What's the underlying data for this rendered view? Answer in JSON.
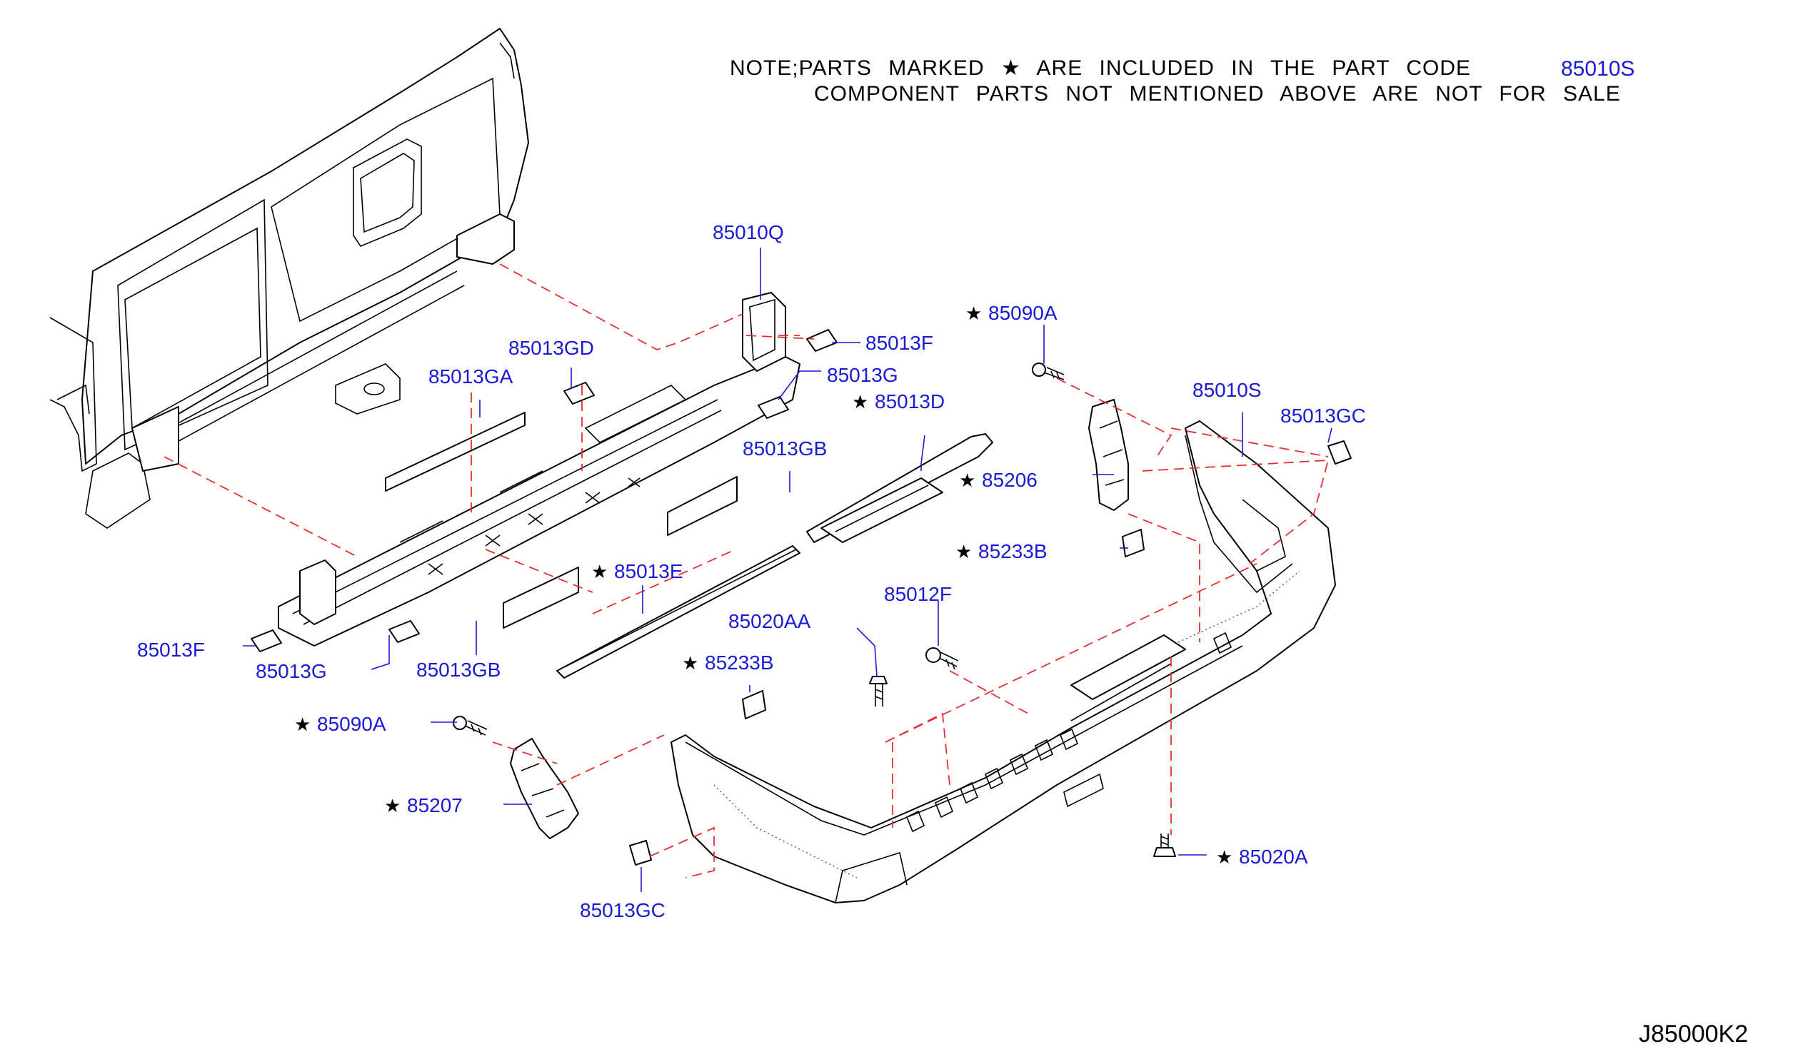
{
  "header": {
    "note_line1": "NOTE;PARTS MARKED ★ ARE INCLUDED IN THE PART CODE",
    "note_line2": "COMPONENT PARTS NOT MENTIONED ABOVE ARE NOT FOR SALE",
    "part_code": "85010S"
  },
  "diagram_code": "J85000K2",
  "callouts": {
    "c85010Q": {
      "text": "85010Q",
      "star": false
    },
    "c85013F_top": {
      "text": "85013F",
      "star": false
    },
    "c85013G_top": {
      "text": "85013G",
      "star": false
    },
    "c85013GD": {
      "text": "85013GD",
      "star": false
    },
    "c85013GA": {
      "text": "85013GA",
      "star": false
    },
    "c85013D": {
      "text": "85013D",
      "star": true
    },
    "c85013GB_top": {
      "text": "85013GB",
      "star": false
    },
    "c85090A_top": {
      "text": "85090A",
      "star": true
    },
    "c85010S": {
      "text": "85010S",
      "star": false
    },
    "c85013GC_top": {
      "text": "85013GC",
      "star": false
    },
    "c85206": {
      "text": "85206",
      "star": true
    },
    "c85233B_right": {
      "text": "85233B",
      "star": true
    },
    "c85013E": {
      "text": "85013E",
      "star": true
    },
    "c85012F": {
      "text": "85012F",
      "star": false
    },
    "c85020AA": {
      "text": "85020AA",
      "star": false
    },
    "c85233B_left": {
      "text": "85233B",
      "star": true
    },
    "c85013F_bottom": {
      "text": "85013F",
      "star": false
    },
    "c85013G_bottom": {
      "text": "85013G",
      "star": false
    },
    "c85013GB_bottom": {
      "text": "85013GB",
      "star": false
    },
    "c85090A_bottom": {
      "text": "85090A",
      "star": true
    },
    "c85207": {
      "text": "85207",
      "star": true
    },
    "c85013GC_bottom": {
      "text": "85013GC",
      "star": false
    },
    "c85020A": {
      "text": "85020A",
      "star": true
    }
  },
  "colors": {
    "callout": "#1a1ad6",
    "guide_dash": "#e53030",
    "outline": "#000000"
  }
}
